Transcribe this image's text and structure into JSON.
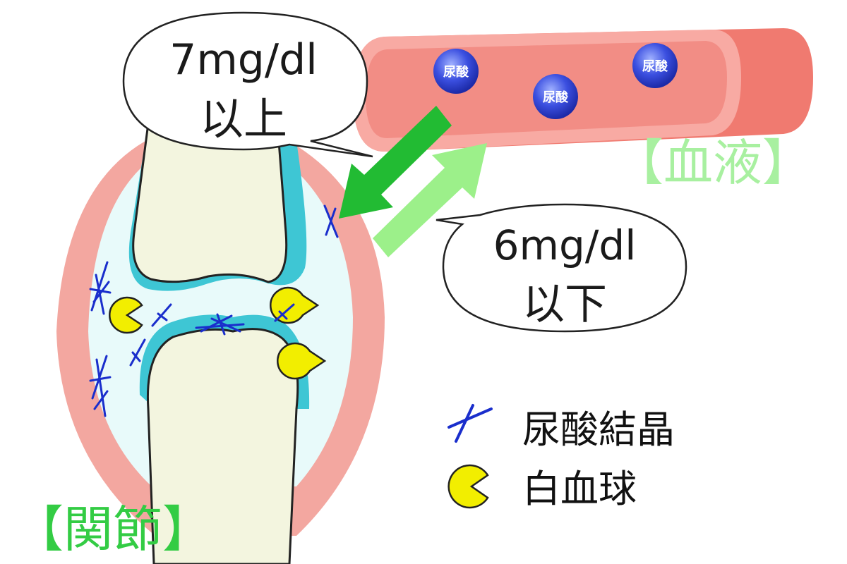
{
  "blood": {
    "label": "【血液】",
    "uric_acid_label": "尿酸",
    "label_color": "#a8f0a0"
  },
  "joint": {
    "label": "【関節】",
    "label_color": "#33cc44"
  },
  "bubble_high": {
    "line1": "7mg/dl",
    "line2": "以上"
  },
  "bubble_low": {
    "line1": "6mg/dl",
    "line2": "以下"
  },
  "legend": {
    "crystal": {
      "label": "尿酸結晶",
      "icon": "crystal-icon"
    },
    "wbc": {
      "label": "白血球",
      "icon": "white-blood-cell-icon"
    }
  },
  "colors": {
    "vessel": "#f07a70",
    "capsule": "#f3a7a0",
    "fluid": "#e8fafa",
    "cartilage": "#3ec6d4",
    "bone": "#f3f5df",
    "crystal": "#1a2ecc",
    "wbc": "#f2ee00",
    "arrow_out": "#22bb33",
    "arrow_in": "#9cf08a",
    "uric_acid": "#3b4fe0"
  }
}
